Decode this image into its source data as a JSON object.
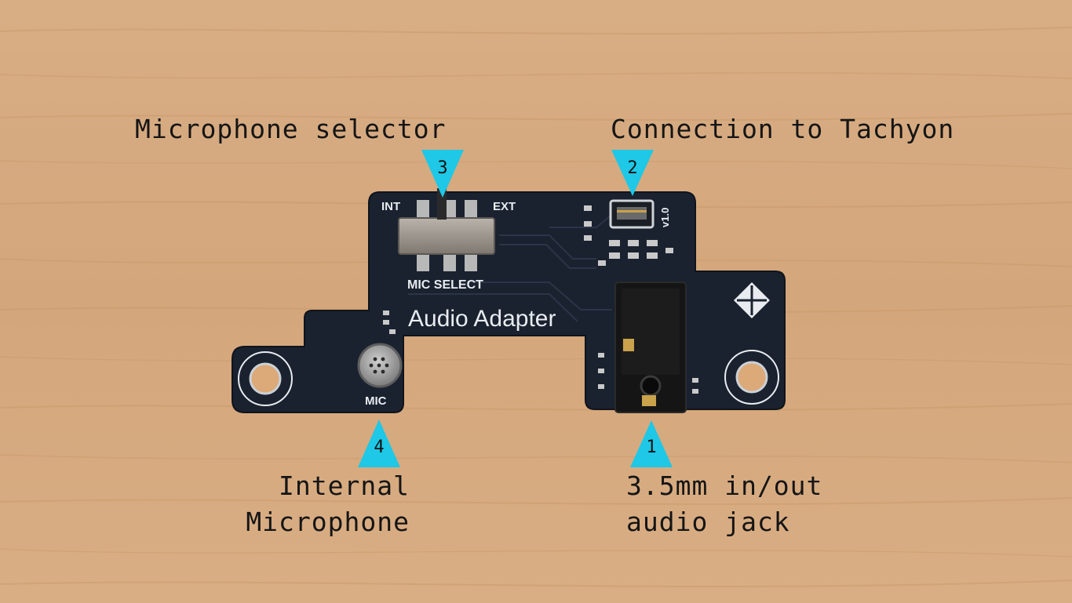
{
  "board": {
    "label_int": "INT",
    "label_ext": "EXT",
    "label_mic_select": "MIC SELECT",
    "label_title": "Audio Adapter",
    "label_mic": "MIC",
    "label_version": "v1.0",
    "logo_icon": "diamond-cross-icon"
  },
  "callouts": [
    {
      "id": "3",
      "number": "3",
      "lines": [
        "Microphone selector"
      ]
    },
    {
      "id": "2",
      "number": "2",
      "lines": [
        "Connection to Tachyon"
      ]
    },
    {
      "id": "4",
      "number": "4",
      "lines": [
        "Internal",
        "Microphone"
      ]
    },
    {
      "id": "1",
      "number": "1",
      "lines": [
        "3.5mm in/out",
        "audio jack"
      ]
    }
  ],
  "colors": {
    "wood": "#d9ad82",
    "board": "#1a2230",
    "marker": "#1ec8e6",
    "silkscreen": "#e8ecf0"
  }
}
